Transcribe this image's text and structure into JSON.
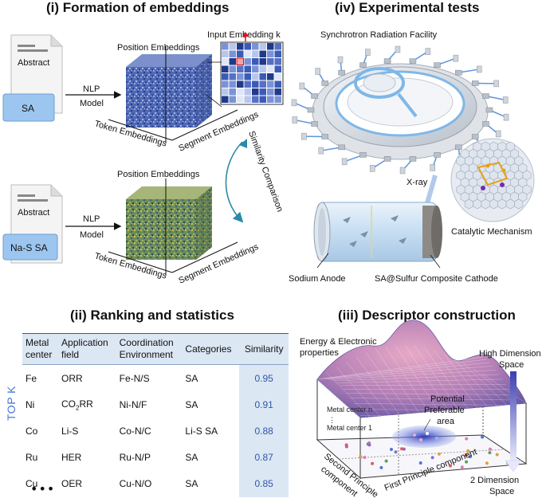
{
  "panel_i": {
    "title": "(i) Formation of embeddings",
    "doc1_header": "Abstract",
    "doc1_label": "SA",
    "doc2_header": "Abstract",
    "doc2_label": "Na-S SA",
    "nlp_line1": "NLP",
    "nlp_line2": "Model",
    "position_embeddings": "Position Embeddings",
    "token_embeddings": "Token Embeddings",
    "segment_embeddings": "Segment Embeddings",
    "input_embedding": "Input Embedding k",
    "similarity": "Similarity Comparison"
  },
  "panel_iv": {
    "title": "(iv) Experimental tests",
    "synchrotron": "Synchrotron Radiation Facility",
    "xray": "X-ray",
    "catalytic": "Catalytic Mechanism",
    "sodium_anode": "Sodium Anode",
    "cathode": "SA@Sulfur Composite Cathode"
  },
  "panel_ii": {
    "title": "(ii) Ranking and statistics",
    "headers": {
      "metal_1": "Metal",
      "metal_2": "center",
      "app_1": "Application",
      "app_2": "field",
      "coord_1": "Coordination",
      "coord_2": "Environment",
      "categories": "Categories",
      "similarity": "Similarity"
    },
    "rows": [
      {
        "metal": "Fe",
        "app": "ORR",
        "coord": "Fe-N/S",
        "cat": "SA",
        "sim": "0.95"
      },
      {
        "metal": "Ni",
        "app": "CO2RR",
        "coord": "Ni-N/F",
        "cat": "SA",
        "sim": "0.91"
      },
      {
        "metal": "Co",
        "app": "Li-S",
        "coord": "Co-N/C",
        "cat": "Li-S SA",
        "sim": "0.88"
      },
      {
        "metal": "Ru",
        "app": "HER",
        "coord": "Ru-N/P",
        "cat": "SA",
        "sim": "0.87"
      },
      {
        "metal": "Cu",
        "app": "OER",
        "coord": "Cu-N/O",
        "cat": "SA",
        "sim": "0.85"
      }
    ],
    "co2rr_prefix": "CO",
    "co2rr_sub": "2",
    "co2rr_suffix": "RR",
    "topk": "TOP K",
    "ellipsis": "•••"
  },
  "panel_iii": {
    "title": "(iii) Descriptor construction",
    "energy_1": "Energy & Electronic",
    "energy_2": "properties",
    "high_dim_1": "High Dimension",
    "high_dim_2": "Space",
    "low_dim_1": "2 Dimension",
    "low_dim_2": "Space",
    "potential_1": "Potential",
    "potential_2": "Preferable",
    "potential_3": "area",
    "metal_n": "Metal center n",
    "metal_1": "Metal center 1",
    "second_pc_1": "Second Principle",
    "second_pc_2": "component",
    "first_pc": "First Principle component"
  },
  "colors": {
    "cube_blue": "#3d56a8",
    "cube_green": "#6a8a4a",
    "doc_blue": "#9cc6f0",
    "table_header": "#dce7f4",
    "accent_blue": "#4a78d6",
    "surface_pink": "#d78fb2",
    "surface_purple": "#7c5fa8"
  }
}
